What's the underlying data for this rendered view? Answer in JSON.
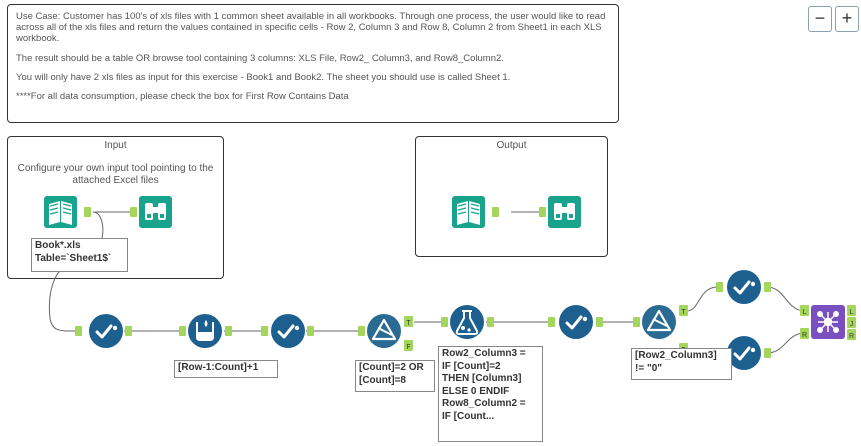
{
  "description_box": {
    "line1": "Use Case: Customer has 100's of xls files with 1 common sheet available in all workbooks. Through one process, the user would like to read across all of the xls files and return the values contained in specific cells - Row 2, Column 3 and Row 8, Column 2 from Sheet1 in each XLS workbook.",
    "line2": "The result should be a table OR browse tool containing 3 columns: XLS File, Row2_ Column3, and Row8_Column2.",
    "line3": "You will only have 2 xls files as input for this exercise - Book1 and Book2.  The sheet you should use is called Sheet 1.",
    "line4": "****For all data consumption, please check the box for First Row Contains Data"
  },
  "zoom": {
    "minus": "−",
    "plus": "+"
  },
  "input_container": {
    "title": "Input",
    "description": "Configure your own input tool pointing to the attached Excel files",
    "annotation_line1": "Book*.xls",
    "annotation_line2": "Table=`Sheet1$`"
  },
  "output_container": {
    "title": "Output"
  },
  "annotations": {
    "multirow": "[Row-1:Count]+1",
    "filter1_line1": "[Count]=2 OR",
    "filter1_line2": "[Count]=8",
    "formula_line1": "Row2_Column3 =",
    "formula_line2": "IF [Count]=2",
    "formula_line3": "THEN [Column3]",
    "formula_line4": "ELSE 0 ENDIF",
    "formula_line5": "Row8_Column2 =",
    "formula_line6": "IF [Count...",
    "filter2_line1": "[Row2_Column3]",
    "filter2_line2": "!= \"0\""
  },
  "anchors": {
    "true_label": "T",
    "false_label": "F",
    "left_label": "L",
    "join_label": "J",
    "right_label": "R"
  },
  "colors": {
    "input_teal": "#1aa38c",
    "tool_navy": "#1d5f8f",
    "filter_navy": "#2a6b94",
    "join_purple": "#7a4fc0",
    "anchor_green": "#a4d65e",
    "connector_gray": "#666666"
  }
}
